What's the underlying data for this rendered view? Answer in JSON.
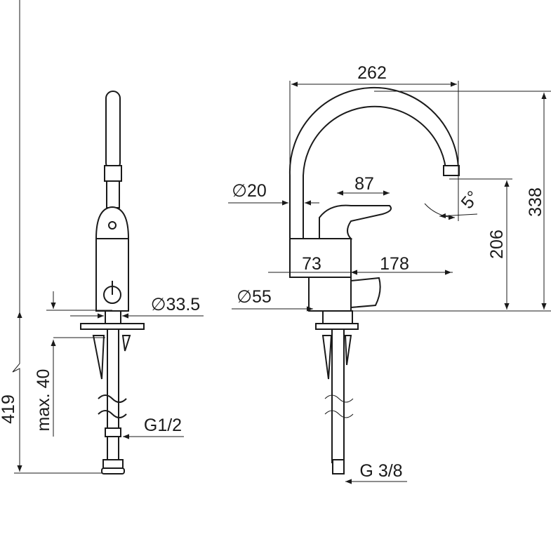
{
  "dimensions": {
    "width_262": "262",
    "height_338": "338",
    "height_206": "206",
    "lever_87": "87",
    "spout_dia": "∅20",
    "angle": "5°",
    "offset_73": "73",
    "reach_178": "178",
    "base_dia": "∅55",
    "side_dia": "∅33.5",
    "total_419": "419",
    "deck_max": "max. 40",
    "thread_left": "G1/2",
    "thread_right": "G 3/8"
  }
}
